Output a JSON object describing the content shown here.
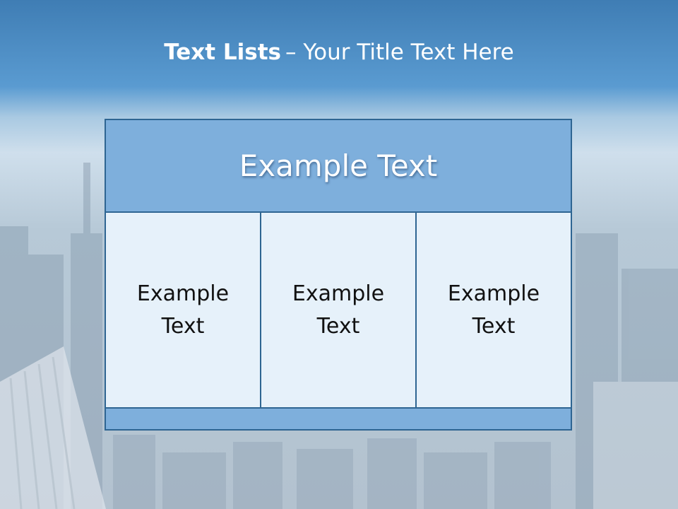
{
  "slide": {
    "title_bold": "Text Lists",
    "title_rest": "– Your Title Text Here"
  },
  "panel": {
    "header": "Example Text",
    "cells": [
      "Example Text",
      "Example Text",
      "Example Text"
    ]
  },
  "colors": {
    "sky_top": "#3f7db4",
    "band": "#5a9bd1",
    "panel_header": "#7eafdc",
    "panel_cell": "#e6f1fa",
    "border": "#2e6592"
  }
}
